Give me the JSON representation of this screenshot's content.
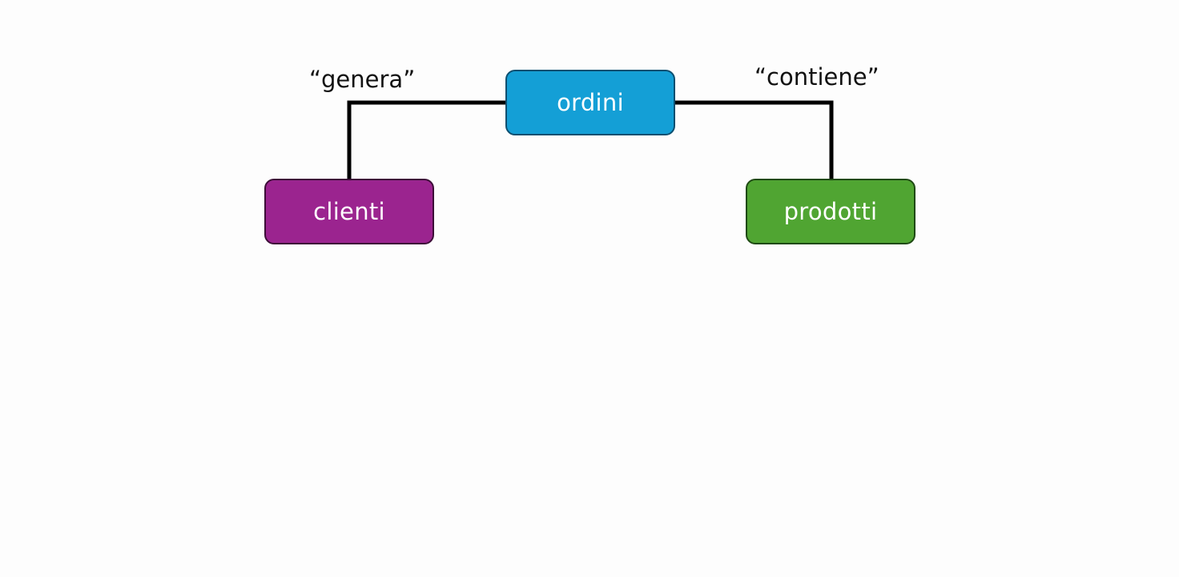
{
  "diagram": {
    "nodes": {
      "ordini": {
        "label": "ordini",
        "fill": "#149fd6",
        "border": "#0d4f70"
      },
      "clienti": {
        "label": "clienti",
        "fill": "#9b248f",
        "border": "#3d0e38"
      },
      "prodotti": {
        "label": "prodotti",
        "fill": "#50a532",
        "border": "#1f4a14"
      }
    },
    "edges": [
      {
        "from": "ordini",
        "to": "clienti",
        "label": "“genera”"
      },
      {
        "from": "ordini",
        "to": "prodotti",
        "label": "“contiene”"
      }
    ],
    "line_color": "#000000"
  }
}
